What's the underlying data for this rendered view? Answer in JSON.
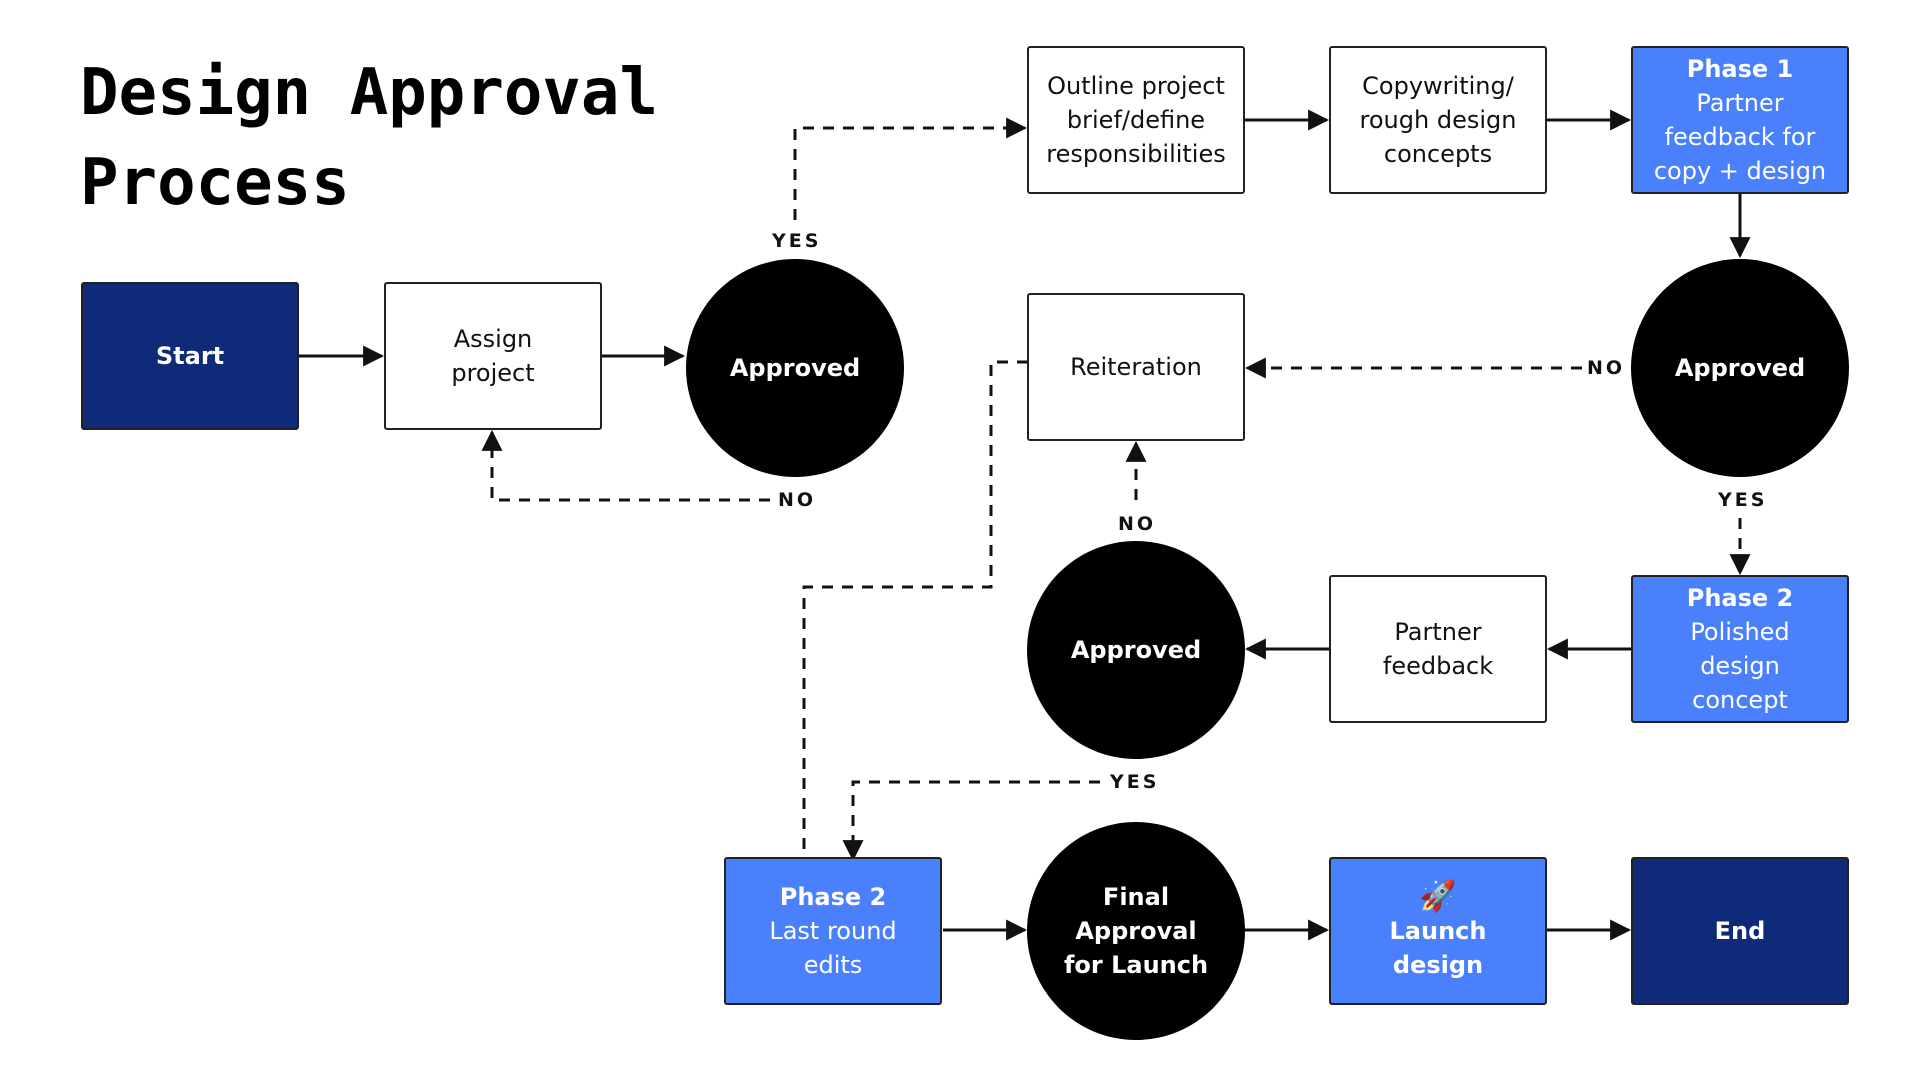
{
  "title": {
    "line1": "Design Approval",
    "line2": "Process"
  },
  "nodes": {
    "start": "Start",
    "assign": {
      "line1": "Assign",
      "line2": "project"
    },
    "approved1": "Approved",
    "outline": {
      "line1": "Outline project",
      "line2": "brief/define",
      "line3": "responsibilities"
    },
    "copywriting": {
      "line1": "Copywriting/",
      "line2": "rough design",
      "line3": "concepts"
    },
    "phase1": {
      "heading": "Phase 1",
      "line1": "Partner",
      "line2": "feedback for",
      "line3": "copy + design"
    },
    "approved2": "Approved",
    "reiteration": "Reiteration",
    "phase2_polished": {
      "heading": "Phase 2",
      "line1": "Polished",
      "line2": "design",
      "line3": "concept"
    },
    "partner_feedback": {
      "line1": "Partner",
      "line2": "feedback"
    },
    "approved3": "Approved",
    "phase2_edits": {
      "heading": "Phase 2",
      "line1": "Last round",
      "line2": "edits"
    },
    "final": {
      "line1": "Final",
      "line2": "Approval",
      "line3": "for Launch"
    },
    "launch": {
      "icon": "rocket-icon",
      "line1": "Launch",
      "line2": "design"
    },
    "end": "End"
  },
  "labels": {
    "yes_top": "YES",
    "no_assign": "NO",
    "no_reiteration": "NO",
    "yes_phase2": "YES",
    "no_approved3": "NO",
    "yes_edits": "YES"
  },
  "colors": {
    "dark_navy": "#0e2a78",
    "blue": "#4a80fb",
    "circle": "#000000",
    "line": "#111111"
  }
}
